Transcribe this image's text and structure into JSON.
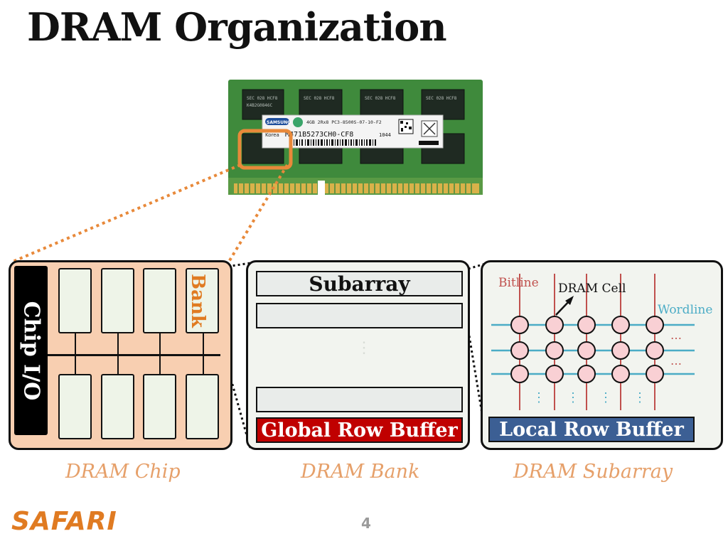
{
  "slide": {
    "title": "DRAM Organization",
    "page_number": "4",
    "logo": "SAFARI"
  },
  "dimm": {
    "label_line1": "4GB 2Rx8 PC3-8500S-07-10-F2",
    "label_line2": "M471B5273CH0-CF8",
    "label_code": "1044",
    "brand": "SAMSUNG",
    "korea": "Korea",
    "chip_text1": "SEC 028 HCF8",
    "chip_text2": "K4B2G0846C"
  },
  "chip": {
    "io_label": "Chip I/O",
    "bank_label": "Bank",
    "caption": "DRAM Chip"
  },
  "bank": {
    "subarray_label": "Subarray",
    "row_buffer_label": "Global Row Buffer",
    "caption": "DRAM Bank"
  },
  "subarray": {
    "bitline_label": "Bitline",
    "cell_label": "DRAM Cell",
    "wordline_label": "Wordline",
    "row_buffer_label": "Local Row Buffer",
    "caption": "DRAM Subarray",
    "ellipsis": "…",
    "vdots": "⋮"
  },
  "colors": {
    "highlight": "#e8893a",
    "chip_bg": "#f8cfb1",
    "global_row_buffer": "#c00000",
    "local_row_buffer": "#3c5f94",
    "bitline": "#c0504d",
    "wordline": "#4bacc6",
    "cell_fill": "#f9d0d4"
  }
}
